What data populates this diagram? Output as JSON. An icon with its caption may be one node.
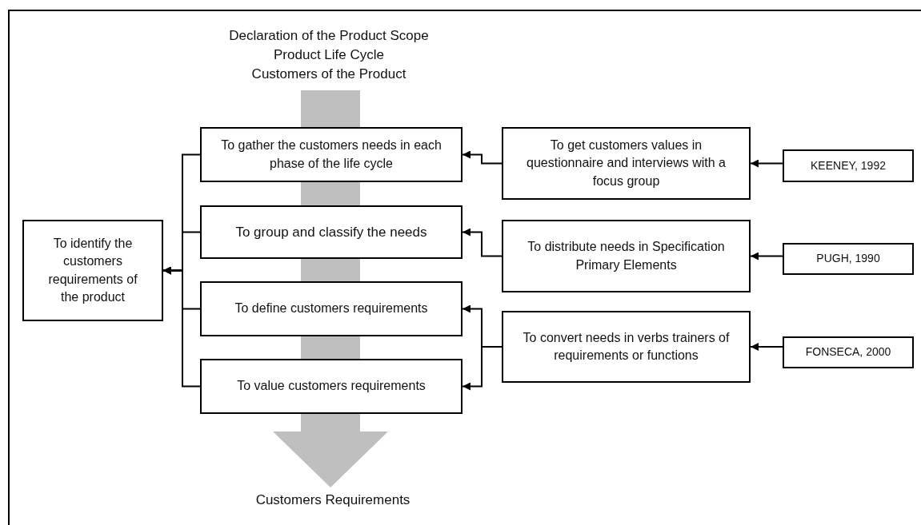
{
  "diagram": {
    "nodes": [
      {
        "text": [
          "Declaration of the Product Scope",
          "Product Life Cycle",
          "Customers of the Product"
        ]
      },
      {
        "text": [
          "To identify the customers requirements of the product"
        ]
      },
      {
        "text": [
          "To gather the customers needs in each phase of the life cycle"
        ]
      },
      {
        "text": [
          "To group and classify the needs"
        ]
      },
      {
        "text": [
          "To define customers requirements"
        ]
      },
      {
        "text": [
          "To value customers requirements"
        ]
      },
      {
        "text": [
          "To get customers values in questionnaire and interviews with a focus group"
        ]
      },
      {
        "text": [
          "To distribute needs in Specification Primary Elements"
        ]
      },
      {
        "text": [
          "To convert needs in verbs trainers of requirements or functions"
        ]
      },
      {
        "text": [
          "KEENEY, 1992"
        ]
      },
      {
        "text": [
          "PUGH, 1990"
        ]
      },
      {
        "text": [
          "FONSECA, 2000"
        ]
      },
      {
        "text": [
          "Customers Requirements"
        ]
      }
    ],
    "edges": [
      {
        "from": 2,
        "to": 1,
        "arrow": "to"
      },
      {
        "from": 3,
        "to": 1,
        "arrow": "to"
      },
      {
        "from": 4,
        "to": 1,
        "arrow": "to"
      },
      {
        "from": 5,
        "to": 1,
        "arrow": "to"
      },
      {
        "from": 6,
        "to": 2,
        "arrow": "to"
      },
      {
        "from": 7,
        "to": 3,
        "arrow": "to"
      },
      {
        "from": 8,
        "to": 4,
        "arrow": "to"
      },
      {
        "from": 8,
        "to": 5,
        "arrow": "to"
      },
      {
        "from": 9,
        "to": 6,
        "arrow": "to"
      },
      {
        "from": 10,
        "to": 7,
        "arrow": "to"
      },
      {
        "from": 11,
        "to": 8,
        "arrow": "to"
      }
    ]
  }
}
